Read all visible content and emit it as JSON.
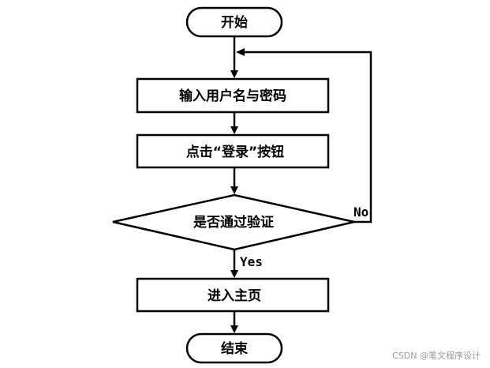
{
  "flowchart": {
    "start": "开始",
    "step_input": "输入用户名与密码",
    "step_click": "点击“登录”按钮",
    "decision": "是否通过验证",
    "step_home": "进入主页",
    "end": "结束",
    "label_yes": "Yes",
    "label_no": "No"
  },
  "watermark": "CSDN @笔文程序设计",
  "colors": {
    "stroke": "#000000",
    "fill": "#ffffff",
    "watermark": "#9a9a9a"
  }
}
